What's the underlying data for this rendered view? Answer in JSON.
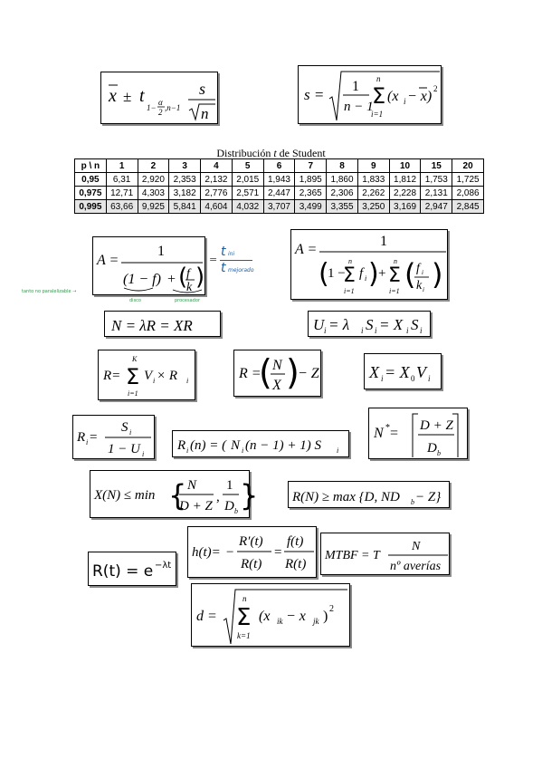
{
  "formula1": {
    "xbar": "x",
    "pm": "±",
    "t": "t",
    "sub1": "1−",
    "alpha": "α",
    "two": "2",
    "subn": ",n−1",
    "s": "s",
    "n": "n"
  },
  "formula2": {
    "s": "s =",
    "one": "1",
    "nminus1": "n − 1",
    "sum_top": "n",
    "sum_bottom": "i=1",
    "sigma": "Σ",
    "term": "(x",
    "i": "i",
    "minus": " − x)",
    "sq": "2"
  },
  "table": {
    "title_pre": "Distribución ",
    "title_t": "t",
    "title_post": " de Student",
    "header": [
      "p \\ n",
      "1",
      "2",
      "3",
      "4",
      "5",
      "6",
      "7",
      "8",
      "9",
      "10",
      "15",
      "20"
    ],
    "rows": [
      [
        "0,95",
        "6,31",
        "2,920",
        "2,353",
        "2,132",
        "2,015",
        "1,943",
        "1,895",
        "1,860",
        "1,833",
        "1,812",
        "1,753",
        "1,725"
      ],
      [
        "0,975",
        "12,71",
        "4,303",
        "3,182",
        "2,776",
        "2,571",
        "2,447",
        "2,365",
        "2,306",
        "2,262",
        "2,228",
        "2,131",
        "2,086"
      ],
      [
        "0,995",
        "63,66",
        "9,925",
        "5,841",
        "4,604",
        "4,032",
        "3,707",
        "3,499",
        "3,355",
        "3,250",
        "3,169",
        "2,947",
        "2,845"
      ]
    ]
  },
  "amdahl1": {
    "A": "A =",
    "one": "1",
    "one_minus_f": "(1 − f)",
    "plus": "+",
    "f": "f",
    "k": "k"
  },
  "amdahl_note": {
    "eq": "=",
    "t_ini": "t",
    "ini": "ini",
    "t_mej": "t",
    "mej": "mejorado"
  },
  "hand_notes": {
    "left": "tanto no paralelizable →",
    "disco": "disco",
    "procesador": "procesador"
  },
  "amdahl2": {
    "A": "A =",
    "one": "1",
    "one_minus": "1 −",
    "sum_top": "n",
    "sum_bottom": "i=1",
    "f": "f",
    "fi": "i",
    "plus": "+",
    "k": "k",
    "ki": "i"
  },
  "little": {
    "text": "N = λR = XR"
  },
  "utilization": {
    "U": "U",
    "i": "i",
    "eq1": " = λ",
    "S": "S",
    "eq2": " = X",
    "S2": "S"
  },
  "resp_sum": {
    "R": "R=",
    "K": "K",
    "i1": "i=1",
    "V": "V",
    "i": "i",
    "times": " × R",
    "ri": "i"
  },
  "resp_interactive": {
    "R": "R =",
    "N": "N",
    "X": "X",
    "Z": "− Z"
  },
  "throughput": {
    "X": "X",
    "i": "i",
    "eq": " = X",
    "zero": "0",
    "V": "V"
  },
  "resp_open": {
    "R": "R",
    "i": "i",
    "eq": " =",
    "S": "S",
    "one_minus_U": "1 − U"
  },
  "resp_mva": {
    "text": "R(n) = (N(n − 1) + 1) S",
    "i": "i",
    "Ri": "R",
    "Ni": "N"
  },
  "nstar": {
    "N": "N",
    "star": "*",
    "eq": " =",
    "DZ": "D + Z",
    "D": "D",
    "b": "b"
  },
  "xbound": {
    "lhs": "X(N) ≤ min",
    "N": "N",
    "DZ": "D + Z",
    "comma": ",",
    "one": "1",
    "D": "D",
    "b": "b"
  },
  "rbound": {
    "text": "R(N) ≥ max {D, ND",
    "b": "b",
    "tail": " − Z}"
  },
  "hazard": {
    "h": "h(t)=",
    "minus": "−",
    "Rp": "R′(t)",
    "Rt": "R(t)",
    "eq": "=",
    "ft": "f(t)",
    "Rt2": "R(t)"
  },
  "mtbf": {
    "lhs": "MTBF = T",
    "N": "N",
    "den": "nº averías"
  },
  "reliability": {
    "R": "R(t) = e",
    "exp": "−λt"
  },
  "distance": {
    "d": "d =",
    "n": "n",
    "k1": "k=1",
    "sigma": "Σ",
    "term": "(x",
    "ik": "ik",
    "minus": " − x",
    "jk": "jk",
    "close": ")",
    "sq": "2"
  }
}
